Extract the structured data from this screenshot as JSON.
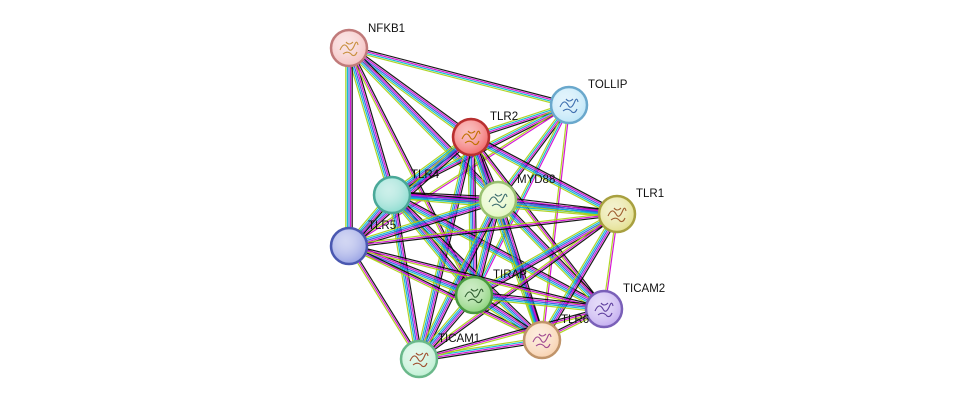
{
  "network": {
    "edge_colors": [
      "#000000",
      "#d000d0",
      "#3050e0",
      "#00b8d0",
      "#a8d010"
    ],
    "nodes": [
      {
        "id": "NFKB1",
        "label": "NFKB1",
        "fill": "#f4c2c2",
        "stroke": "#c07a7a",
        "glyph": "#c89040"
      },
      {
        "id": "TOLLIP",
        "label": "TOLLIP",
        "fill": "#bfe6f8",
        "stroke": "#6aa8cc",
        "glyph": "#4070b0"
      },
      {
        "id": "TLR2",
        "label": "TLR2",
        "fill": "#f26b6b",
        "stroke": "#b83030",
        "glyph": "#c07000"
      },
      {
        "id": "TLR4",
        "label": "TLR4",
        "fill": "#8edcd0",
        "stroke": "#4aa898",
        "glyph": null
      },
      {
        "id": "MYD88",
        "label": "MYD88",
        "fill": "#e2f7c0",
        "stroke": "#98c070",
        "glyph": "#407070"
      },
      {
        "id": "TLR1",
        "label": "TLR1",
        "fill": "#e4e090",
        "stroke": "#a8a040",
        "glyph": "#a06030"
      },
      {
        "id": "TLR5",
        "label": "TLR5",
        "fill": "#9aa4e4",
        "stroke": "#4a58b0",
        "glyph": null
      },
      {
        "id": "TIRAP",
        "label": "TIRAP",
        "fill": "#8ed47e",
        "stroke": "#4a9840",
        "glyph": "#306030"
      },
      {
        "id": "TICAM2",
        "label": "TICAM2",
        "fill": "#c4aef0",
        "stroke": "#7a60b8",
        "glyph": "#6040a0"
      },
      {
        "id": "TLR6",
        "label": "TLR6",
        "fill": "#f8d2b0",
        "stroke": "#c0946a",
        "glyph": "#a04890"
      },
      {
        "id": "TICAM1",
        "label": "TICAM1",
        "fill": "#c0f0d4",
        "stroke": "#6ab88a",
        "glyph": "#a05030"
      }
    ],
    "edges": [
      {
        "source": "NFKB1",
        "target": "TLR2",
        "colors": [
          0,
          1,
          2,
          3,
          4
        ]
      },
      {
        "source": "NFKB1",
        "target": "TLR4",
        "colors": [
          0,
          1,
          2,
          3,
          4
        ]
      },
      {
        "source": "NFKB1",
        "target": "TLR5",
        "colors": [
          0,
          1,
          2,
          3,
          4
        ]
      },
      {
        "source": "NFKB1",
        "target": "MYD88",
        "colors": [
          0,
          1,
          2,
          3,
          4
        ]
      },
      {
        "source": "NFKB1",
        "target": "TOLLIP",
        "colors": [
          0,
          1,
          3,
          4
        ]
      },
      {
        "source": "NFKB1",
        "target": "TIRAP",
        "colors": [
          0,
          1,
          4
        ]
      },
      {
        "source": "TOLLIP",
        "target": "TLR2",
        "colors": [
          0,
          1,
          3,
          4
        ]
      },
      {
        "source": "TOLLIP",
        "target": "TLR4",
        "colors": [
          0,
          1,
          3,
          4
        ]
      },
      {
        "source": "TOLLIP",
        "target": "MYD88",
        "colors": [
          0,
          1,
          3,
          4
        ]
      },
      {
        "source": "TOLLIP",
        "target": "TIRAP",
        "colors": [
          1,
          3,
          4
        ]
      },
      {
        "source": "TOLLIP",
        "target": "TLR5",
        "colors": [
          1,
          4
        ]
      },
      {
        "source": "TOLLIP",
        "target": "TLR6",
        "colors": [
          1,
          4
        ]
      },
      {
        "source": "TLR2",
        "target": "TLR4",
        "colors": [
          0,
          1,
          2,
          3,
          4
        ]
      },
      {
        "source": "TLR2",
        "target": "MYD88",
        "colors": [
          0,
          1,
          2,
          3,
          4
        ]
      },
      {
        "source": "TLR2",
        "target": "TLR1",
        "colors": [
          0,
          1,
          2,
          3,
          4
        ]
      },
      {
        "source": "TLR2",
        "target": "TLR5",
        "colors": [
          0,
          1,
          2,
          3,
          4
        ]
      },
      {
        "source": "TLR2",
        "target": "TIRAP",
        "colors": [
          0,
          1,
          2,
          3,
          4
        ]
      },
      {
        "source": "TLR2",
        "target": "TLR6",
        "colors": [
          0,
          1,
          2,
          3,
          4
        ]
      },
      {
        "source": "TLR2",
        "target": "TICAM1",
        "colors": [
          0,
          1,
          2,
          3,
          4
        ]
      },
      {
        "source": "TLR2",
        "target": "TICAM2",
        "colors": [
          0,
          1,
          4
        ]
      },
      {
        "source": "TLR4",
        "target": "MYD88",
        "colors": [
          0,
          1,
          2,
          3,
          4
        ]
      },
      {
        "source": "TLR4",
        "target": "TLR1",
        "colors": [
          0,
          1,
          2,
          3,
          4
        ]
      },
      {
        "source": "TLR4",
        "target": "TLR5",
        "colors": [
          0,
          1,
          2,
          3,
          4
        ]
      },
      {
        "source": "TLR4",
        "target": "TIRAP",
        "colors": [
          0,
          1,
          2,
          3,
          4
        ]
      },
      {
        "source": "TLR4",
        "target": "TICAM1",
        "colors": [
          0,
          1,
          2,
          3,
          4
        ]
      },
      {
        "source": "TLR4",
        "target": "TICAM2",
        "colors": [
          0,
          1,
          2,
          3,
          4
        ]
      },
      {
        "source": "TLR4",
        "target": "TLR6",
        "colors": [
          0,
          1,
          2,
          3,
          4
        ]
      },
      {
        "source": "MYD88",
        "target": "TLR1",
        "colors": [
          0,
          1,
          2,
          3,
          4
        ]
      },
      {
        "source": "MYD88",
        "target": "TLR5",
        "colors": [
          0,
          1,
          2,
          3,
          4
        ]
      },
      {
        "source": "MYD88",
        "target": "TIRAP",
        "colors": [
          0,
          1,
          2,
          3,
          4
        ]
      },
      {
        "source": "MYD88",
        "target": "TLR6",
        "colors": [
          0,
          1,
          2,
          3,
          4
        ]
      },
      {
        "source": "MYD88",
        "target": "TICAM1",
        "colors": [
          0,
          1,
          2,
          3,
          4
        ]
      },
      {
        "source": "MYD88",
        "target": "TICAM2",
        "colors": [
          0,
          1,
          2,
          3,
          4
        ]
      },
      {
        "source": "TLR1",
        "target": "TLR5",
        "colors": [
          0,
          1,
          4
        ]
      },
      {
        "source": "TLR1",
        "target": "TIRAP",
        "colors": [
          0,
          1,
          2,
          3,
          4
        ]
      },
      {
        "source": "TLR1",
        "target": "TLR6",
        "colors": [
          0,
          1,
          2,
          3,
          4
        ]
      },
      {
        "source": "TLR1",
        "target": "TICAM1",
        "colors": [
          0,
          1,
          4
        ]
      },
      {
        "source": "TLR1",
        "target": "TICAM2",
        "colors": [
          1,
          4
        ]
      },
      {
        "source": "TLR5",
        "target": "TIRAP",
        "colors": [
          0,
          1,
          2,
          3,
          4
        ]
      },
      {
        "source": "TLR5",
        "target": "TLR6",
        "colors": [
          0,
          1,
          4
        ]
      },
      {
        "source": "TLR5",
        "target": "TICAM1",
        "colors": [
          0,
          1,
          4
        ]
      },
      {
        "source": "TLR5",
        "target": "TICAM2",
        "colors": [
          0,
          1,
          4
        ]
      },
      {
        "source": "TIRAP",
        "target": "TLR6",
        "colors": [
          0,
          1,
          2,
          3,
          4
        ]
      },
      {
        "source": "TIRAP",
        "target": "TICAM1",
        "colors": [
          0,
          1,
          2,
          3,
          4
        ]
      },
      {
        "source": "TIRAP",
        "target": "TICAM2",
        "colors": [
          0,
          1,
          2,
          3,
          4
        ]
      },
      {
        "source": "TLR6",
        "target": "TICAM1",
        "colors": [
          0,
          1,
          3,
          4
        ]
      },
      {
        "source": "TLR6",
        "target": "TICAM2",
        "colors": [
          0,
          1,
          4
        ]
      },
      {
        "source": "TICAM1",
        "target": "TICAM2",
        "colors": [
          0,
          1,
          4
        ]
      }
    ]
  }
}
